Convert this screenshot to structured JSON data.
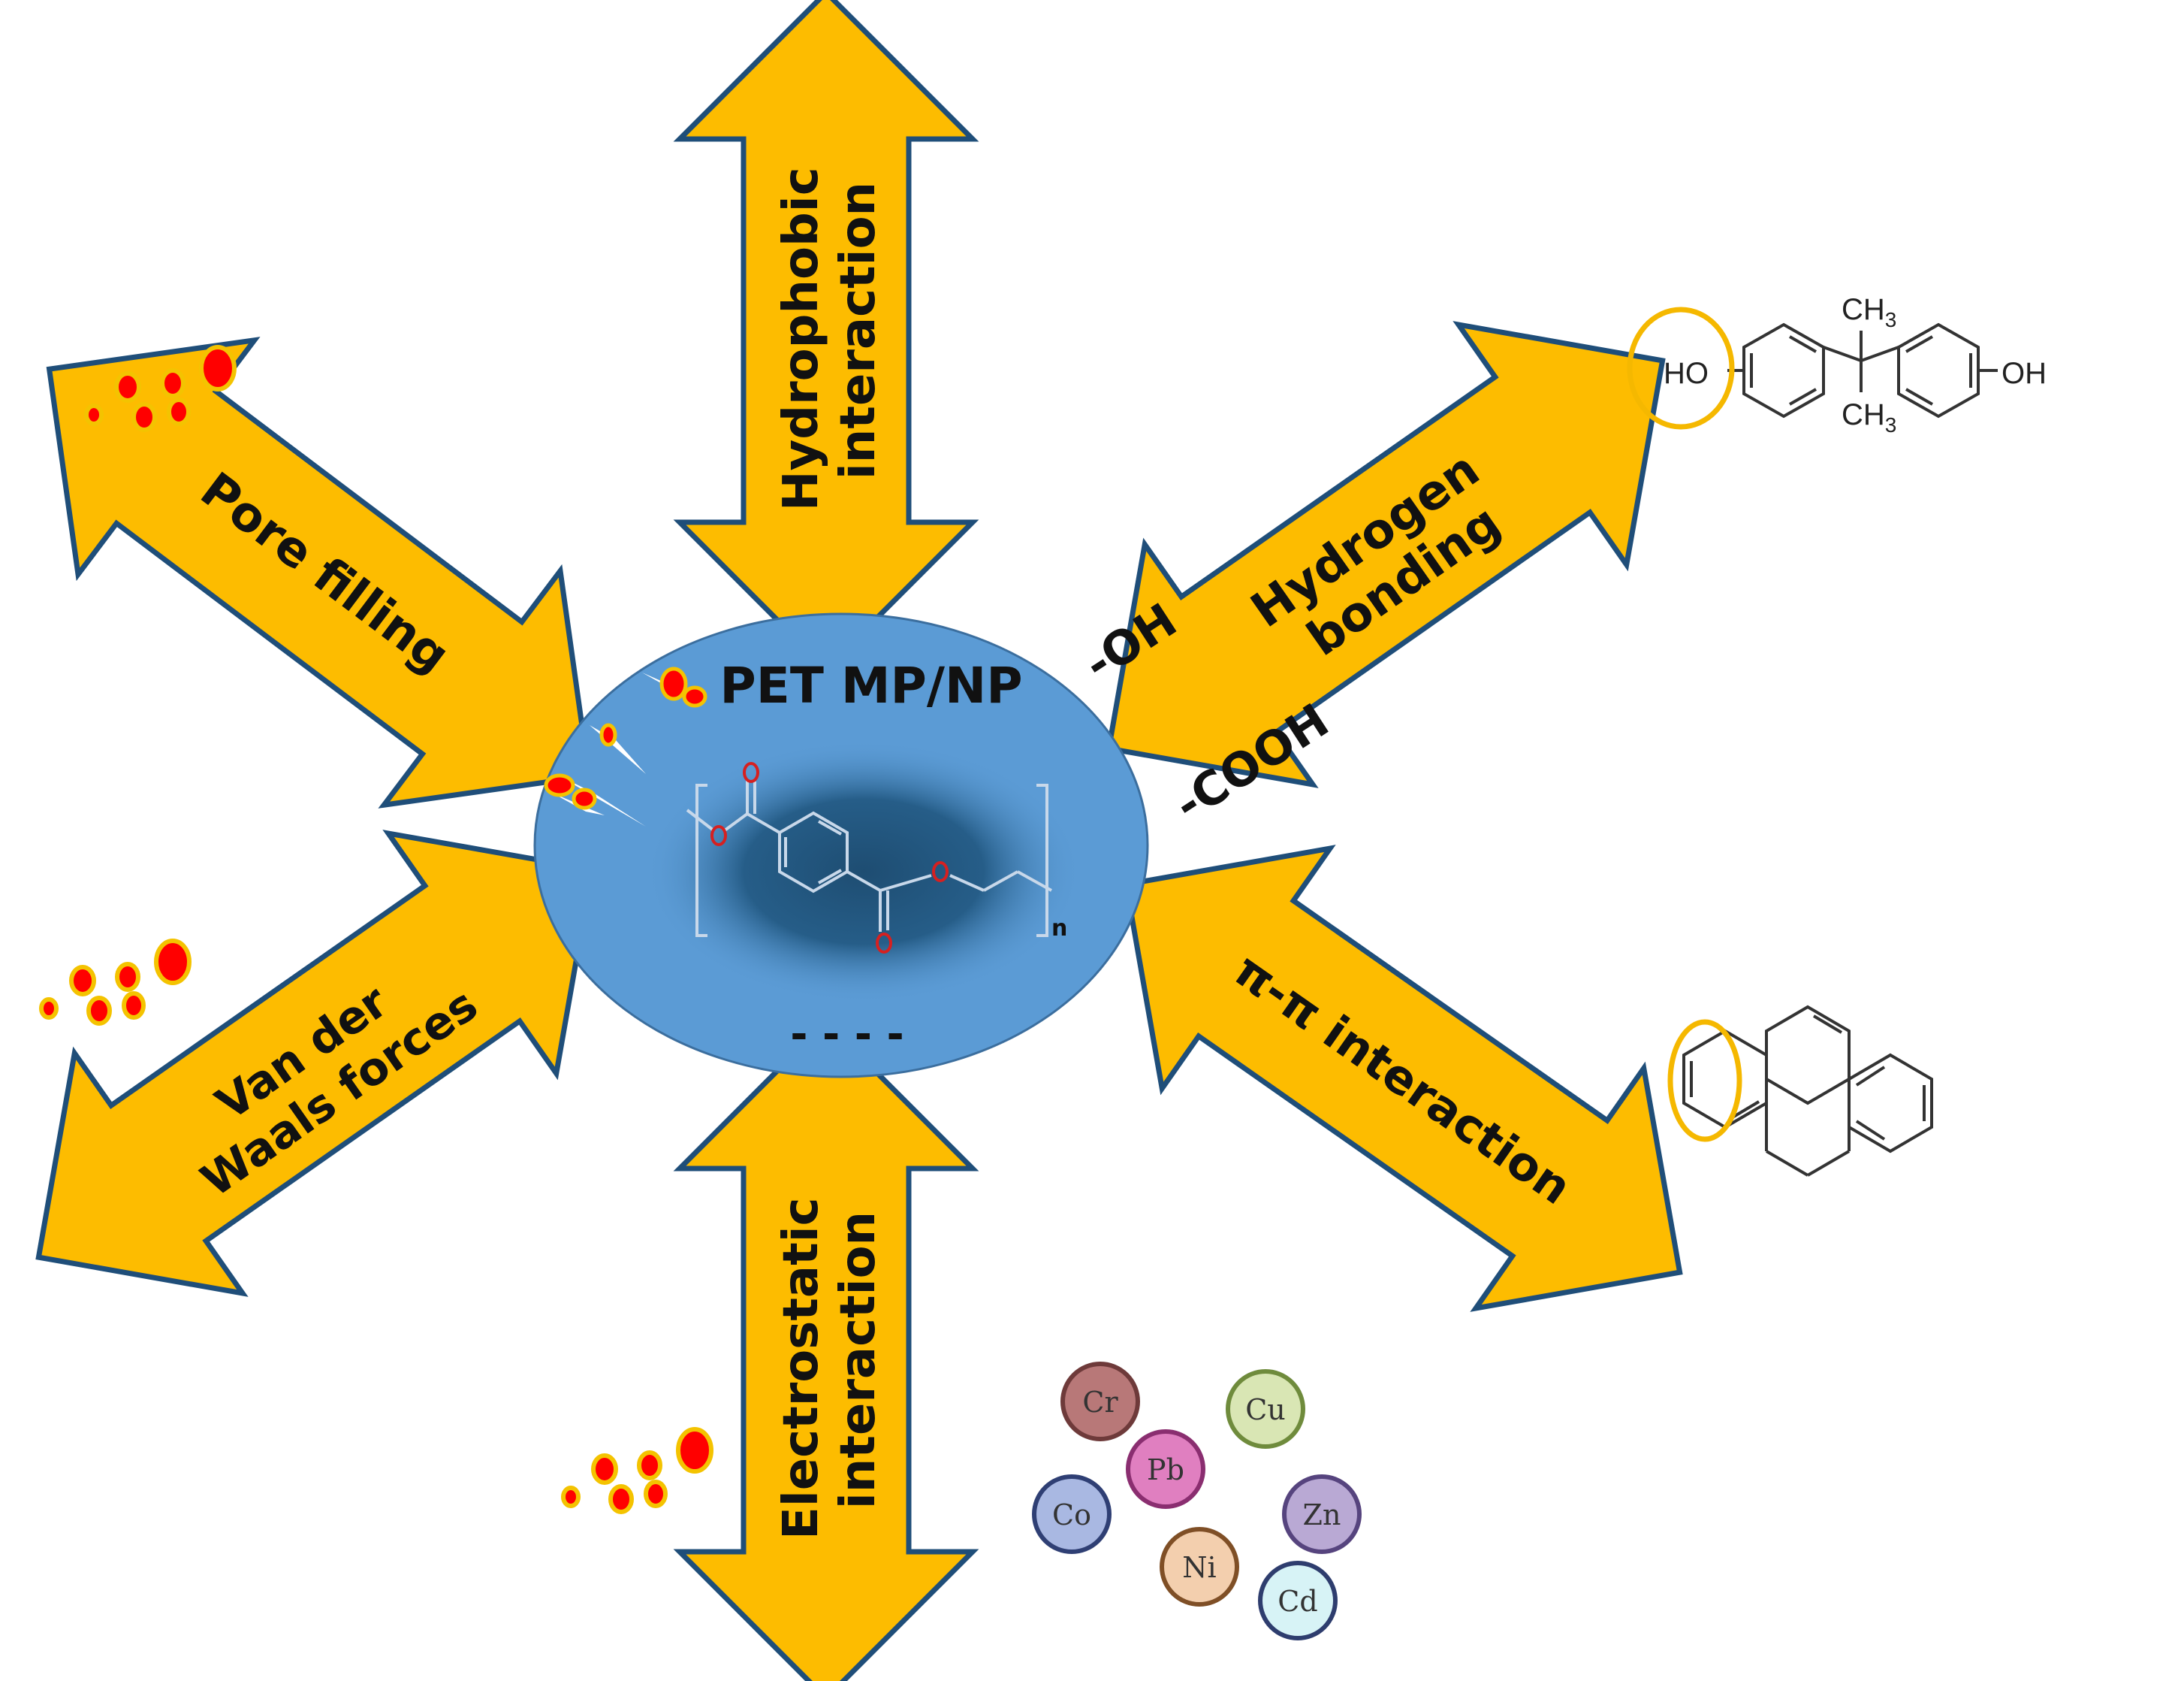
{
  "colors": {
    "arrow_fill": "#FDBC00",
    "arrow_stroke": "#1F4E79",
    "particle_blue": "#5B9BD5",
    "particle_core": "#1E4D72",
    "pollutant_dot": "#FF0000",
    "pollutant_ring": "#F4C300",
    "highlight_ring": "#F5B800",
    "molecule_line": "#333333",
    "oxygen_red": "#D62020"
  },
  "particle": {
    "title": "PET MP/NP",
    "surface_charge": "- - - -",
    "group_oh": "-OH",
    "group_cooh": "-COOH",
    "repeat_index": "n"
  },
  "mechanisms": {
    "hydrophobic": [
      "Hydrophobic",
      "interaction"
    ],
    "electrostatic": [
      "Electrostatic",
      "interaction"
    ],
    "pore_filling": [
      "Pore filling"
    ],
    "van_der_waals": [
      "Van der",
      "Waals forces"
    ],
    "hydrogen_bonding": [
      "Hydrogen",
      "bonding"
    ],
    "pi_pi": [
      "π-π interaction"
    ]
  },
  "bisphenol": {
    "ho_left": "HO",
    "oh_right": "OH",
    "ch3_top": "CH",
    "ch3_bottom": "CH",
    "subscript": "3"
  },
  "metals": [
    {
      "symbol": "Cr",
      "fill": "#B87878",
      "stroke": "#6E3A3A"
    },
    {
      "symbol": "Cu",
      "fill": "#D9E6B4",
      "stroke": "#6F8B3C"
    },
    {
      "symbol": "Pb",
      "fill": "#E07FC0",
      "stroke": "#8A2E70"
    },
    {
      "symbol": "Co",
      "fill": "#A9B8E2",
      "stroke": "#2F3F74"
    },
    {
      "symbol": "Zn",
      "fill": "#B9A9D4",
      "stroke": "#56447E"
    },
    {
      "symbol": "Ni",
      "fill": "#F3CFAE",
      "stroke": "#7F4F26"
    },
    {
      "symbol": "Cd",
      "fill": "#D7F3F6",
      "stroke": "#2E3D6E"
    }
  ]
}
